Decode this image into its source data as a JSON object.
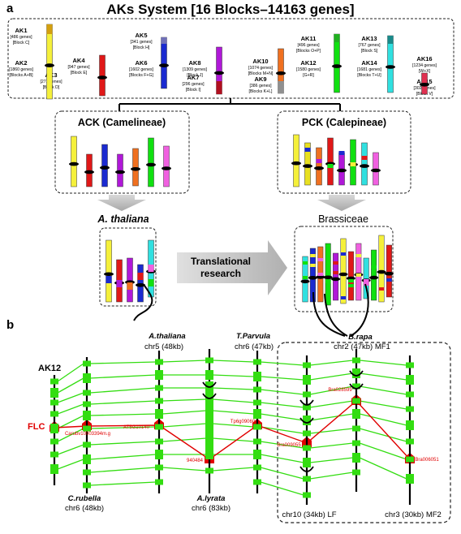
{
  "panel_a": {
    "label": "a",
    "title": "AKs System [16 Blocks–14163 genes]",
    "aks": [
      {
        "name": "AK1",
        "genes": "[486 genes]",
        "block": "[Block C]",
        "color": "#f0c010"
      },
      {
        "name": "AK2",
        "genes": "[1860 genes]",
        "block": "[Blocks A+B]",
        "color": "#f5f03a"
      },
      {
        "name": "AK3",
        "genes": "[271 genes]",
        "block": "[Block D]",
        "color": "#e8e020"
      },
      {
        "name": "AK4",
        "genes": "[947 genes]",
        "block": "[Block E]",
        "color": "#e01818"
      },
      {
        "name": "AK5",
        "genes": "[341 genes]",
        "block": "[Block H]",
        "color": "#8080c0"
      },
      {
        "name": "AK6",
        "genes": "[1602 genes]",
        "block": "[Blocks F+G]",
        "color": "#1a2ad0"
      },
      {
        "name": "AK7",
        "genes": "[296 genes]",
        "block": "[Block I]",
        "color": "#b01020"
      },
      {
        "name": "AK8",
        "genes": "[1309 genes]",
        "block": "[Block J]",
        "color": "#b018d8"
      },
      {
        "name": "AK9",
        "genes": "[386 genes]",
        "block": "[Blocks K+L]",
        "color": "#909090"
      },
      {
        "name": "AK10",
        "genes": "[1074 genes]",
        "block": "[Blocks M+N]",
        "color": "#f07020"
      },
      {
        "name": "AK11",
        "genes": "[496 genes]",
        "block": "[Blocks O+P]",
        "color": "#20b020"
      },
      {
        "name": "AK12",
        "genes": "[1580 genes]",
        "block": "[G+R]",
        "color": "#10e010"
      },
      {
        "name": "AK13",
        "genes": "[767 genes]",
        "block": "[Block S]",
        "color": "#1a8a8a"
      },
      {
        "name": "AK14",
        "genes": "[1681 genes]",
        "block": "[Blocks T+U]",
        "color": "#30e0e0"
      },
      {
        "name": "AK15",
        "genes": "[302 genes]",
        "block": "[Block V]",
        "color": "#e03050"
      },
      {
        "name": "AK16",
        "genes": "[1234 genes]",
        "block": "[W+X]",
        "color": "#f060e0"
      }
    ],
    "ack_title": "ACK (Camelineae)",
    "pck_title": "PCK (Calepineae)",
    "thaliana_label": "A. thaliana",
    "brassiceae_label": "Brassiceae",
    "translational_line1": "Translational",
    "translational_line2": "research"
  },
  "panel_b": {
    "label": "b",
    "ak12_label": "AK12",
    "flc_label": "FLC",
    "species": [
      {
        "top": "",
        "bottom": "C.rubella",
        "chr": "chr6 (48kb)"
      },
      {
        "top": "A.thaliana",
        "chr": "chr5 (48kb)"
      },
      {
        "top": "",
        "bottom": "A.lyrata",
        "chr": "chr6 (83kb)"
      },
      {
        "top": "T.Parvula",
        "chr": "chr6 (47kb)"
      },
      {
        "top": "B.rapa",
        "chr": "chr2 (47kb) MF1"
      },
      {
        "bottom": "chr10 (34kb) LF"
      },
      {
        "bottom": "chr3 (30kb) MF2"
      }
    ],
    "genes": [
      "Carubv10003394m.g",
      "AT5G10140",
      "940484",
      "Tp6g09060",
      "Bra009055",
      "Bra028599",
      "Bra006051"
    ],
    "colors": {
      "synteny": "#33dd11",
      "flc": "#e00000",
      "line": "#000000"
    }
  }
}
